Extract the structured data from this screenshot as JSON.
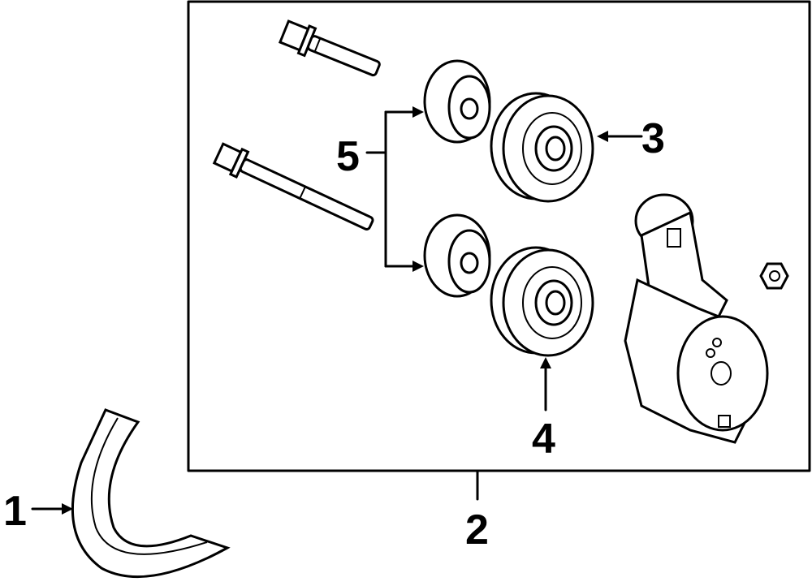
{
  "diagram": {
    "callouts": [
      {
        "id": "1",
        "label": "1",
        "part": "belt"
      },
      {
        "id": "2",
        "label": "2",
        "part": "tensioner-assembly-box"
      },
      {
        "id": "3",
        "label": "3",
        "part": "idler-pulley-upper"
      },
      {
        "id": "4",
        "label": "4",
        "part": "idler-pulley-lower"
      },
      {
        "id": "5",
        "label": "5",
        "part": "pulley-shields"
      }
    ],
    "colors": {
      "line": "#000000",
      "background": "#ffffff"
    }
  }
}
